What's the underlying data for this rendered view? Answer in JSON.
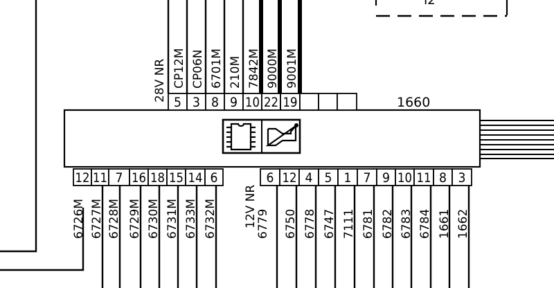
{
  "diagram": {
    "type": "wiring-schematic",
    "component": {
      "id_label": "1660",
      "symbols": [
        "ic-chip-icon",
        "horn-buzzer-icon"
      ]
    },
    "top_connector": {
      "side_label": "28V NR",
      "pins": [
        {
          "pin": "5",
          "wire": "CP12M"
        },
        {
          "pin": "3",
          "wire": "CP06N"
        },
        {
          "pin": "8",
          "wire": "6701M"
        },
        {
          "pin": "9",
          "wire": "210M"
        },
        {
          "pin": "10",
          "wire": "7842M"
        },
        {
          "pin": "22",
          "wire": "9000M",
          "thick": true
        },
        {
          "pin": "19",
          "wire": "9001M",
          "thick": true
        },
        {
          "pin": "",
          "wire": ""
        },
        {
          "pin": "",
          "wire": ""
        },
        {
          "pin": "",
          "wire": ""
        }
      ]
    },
    "bottom_left_connector": {
      "pins": [
        {
          "pin": "12",
          "wire": "6726M"
        },
        {
          "pin": "11",
          "wire": "6727M"
        },
        {
          "pin": "7",
          "wire": "6728M"
        },
        {
          "pin": "16",
          "wire": "6729M"
        },
        {
          "pin": "18",
          "wire": "6730M"
        },
        {
          "pin": "15",
          "wire": "6731M"
        },
        {
          "pin": "14",
          "wire": "6733M"
        },
        {
          "pin": "6",
          "wire": "6732M"
        }
      ]
    },
    "bottom_right_connector": {
      "side_label": "12V NR",
      "side_wire": "6779",
      "pins": [
        {
          "pin": "6",
          "wire": "6779"
        },
        {
          "pin": "12",
          "wire": "6750"
        },
        {
          "pin": "4",
          "wire": "6778"
        },
        {
          "pin": "5",
          "wire": "6747"
        },
        {
          "pin": "1",
          "wire": "7111"
        },
        {
          "pin": "7",
          "wire": "6781"
        },
        {
          "pin": "9",
          "wire": "6782"
        },
        {
          "pin": "10",
          "wire": "6783"
        },
        {
          "pin": "11",
          "wire": "6784"
        },
        {
          "pin": "8",
          "wire": "1661"
        },
        {
          "pin": "3",
          "wire": "1662"
        }
      ]
    },
    "right_bundle_wire_count": 9,
    "dashed_box_label_partial": "I2"
  }
}
